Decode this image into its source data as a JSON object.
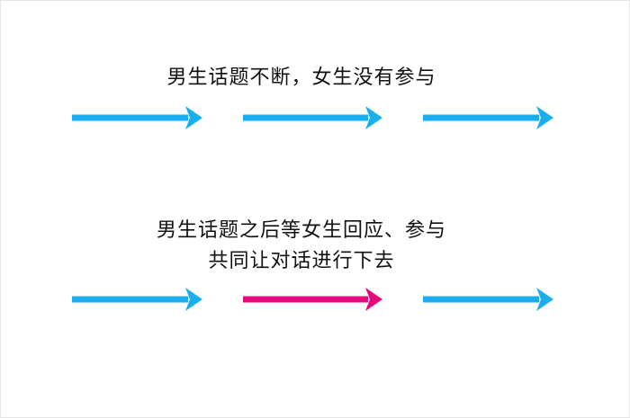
{
  "scenario1": {
    "caption": "男生话题不断，女生没有参与"
  },
  "scenario2": {
    "caption_line1": "男生话题之后等女生回应、参与",
    "caption_line2": "共同让对话进行下去"
  },
  "colors": {
    "male_turn": "#1aaeef",
    "female_turn": "#e4087c"
  },
  "rows": [
    [
      "male",
      "male",
      "male"
    ],
    [
      "male",
      "female",
      "male"
    ]
  ]
}
